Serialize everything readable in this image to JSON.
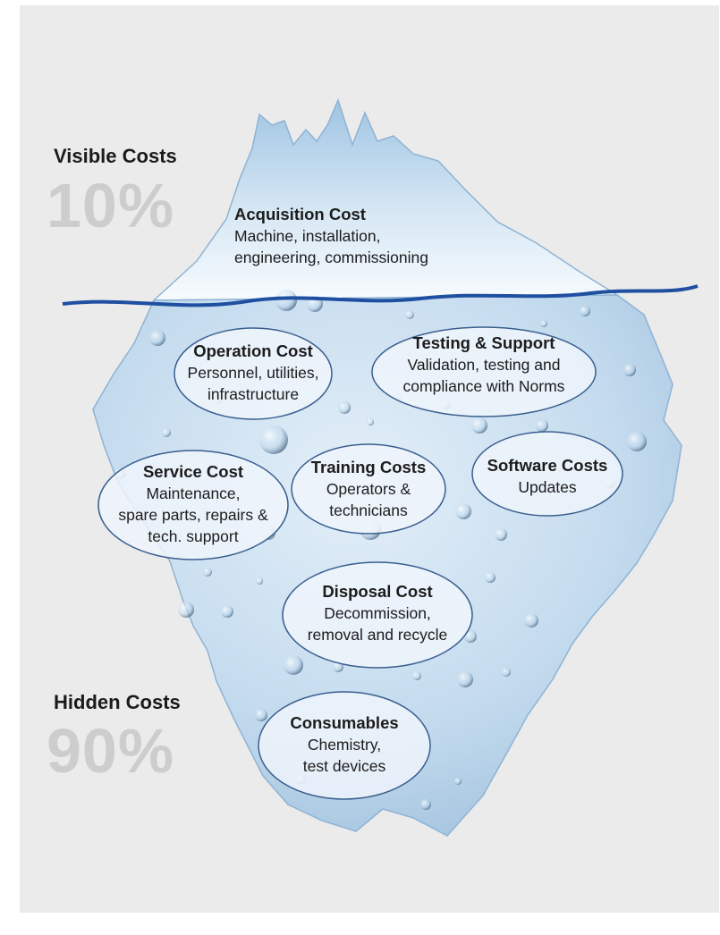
{
  "visible": {
    "title": "Visible Costs",
    "percent": "10%"
  },
  "hidden": {
    "title": "Hidden Costs",
    "percent": "90%"
  },
  "acquisition": {
    "title": "Acquisition Cost",
    "line1": "Machine, installation,",
    "line2": "engineering, commissioning"
  },
  "items": [
    {
      "id": "operation",
      "title": "Operation Cost",
      "lines": [
        "Personnel, utilities,",
        "infrastructure"
      ]
    },
    {
      "id": "testing",
      "title": "Testing & Support",
      "lines": [
        "Validation, testing and",
        "compliance with Norms"
      ]
    },
    {
      "id": "service",
      "title": "Service Cost",
      "lines": [
        "Maintenance,",
        "spare parts, repairs &",
        "tech. support"
      ]
    },
    {
      "id": "training",
      "title": "Training Costs",
      "lines": [
        "Operators &",
        "technicians"
      ]
    },
    {
      "id": "software",
      "title": "Software Costs",
      "lines": [
        "Updates"
      ]
    },
    {
      "id": "disposal",
      "title": "Disposal Cost",
      "lines": [
        "Decommission,",
        "removal and recycle"
      ]
    },
    {
      "id": "consumables",
      "title": "Consumables",
      "lines": [
        "Chemistry,",
        "test devices"
      ]
    }
  ],
  "colors": {
    "background": "#ebebeb",
    "percent": "#cdcdcd",
    "waterline": "#1f4fa0",
    "ice_tip": "#a9cbe6",
    "ice_body": "#c5dcee"
  }
}
